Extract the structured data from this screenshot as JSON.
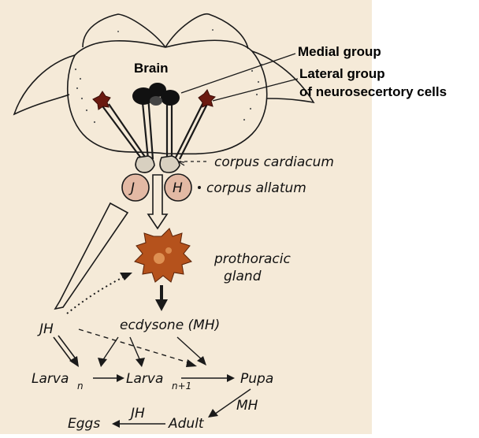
{
  "labels": {
    "brain": "Brain",
    "medial_group": "Medial group",
    "lateral_group": "Lateral group",
    "neurosecretory_cells": "of neurosecertory cells",
    "corpus_cardiacum": "corpus cardiacum",
    "corpus_allatum": "corpus allatum",
    "prothoracic": "prothoracic",
    "gland": "gland",
    "jh_left": "JH",
    "ecdysone": "ecdysone (MH)",
    "larva_n": "Larva",
    "larva_n_sub": "n",
    "larva_n1": "Larva",
    "larva_n1_sub": "n+1",
    "pupa": "Pupa",
    "mh": "MH",
    "eggs": "Eggs",
    "jh_bottom": "JH",
    "adult": "Adult",
    "ca_left_letter": "J",
    "ca_right_letter": "H"
  },
  "colors": {
    "paper": "#f5ead8",
    "ink": "#1a1a1a",
    "cell_dark": "#111111",
    "cell_red": "#6b1a10",
    "gland": "#b5521c",
    "gland_light": "#e8a060"
  }
}
